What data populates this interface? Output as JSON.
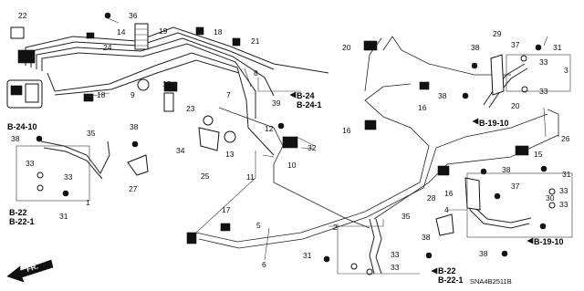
{
  "diagram": {
    "diagram_code": "SNA4B2511B",
    "front_label": "FR.",
    "part_numbers": [
      "1",
      "2",
      "3",
      "4",
      "5",
      "6",
      "7",
      "8",
      "9",
      "10",
      "11",
      "12",
      "13",
      "14",
      "15",
      "16",
      "17",
      "18",
      "19",
      "20",
      "21",
      "22",
      "23",
      "24",
      "25",
      "26",
      "27",
      "28",
      "29",
      "30",
      "31",
      "32",
      "33",
      "34",
      "35",
      "36",
      "37",
      "38",
      "39"
    ],
    "section_refs": [
      "B-24-10",
      "B-22",
      "B-22-1",
      "B-24",
      "B-24-1",
      "B-19-10",
      "B-19-10",
      "B-22",
      "B-22-1"
    ]
  }
}
